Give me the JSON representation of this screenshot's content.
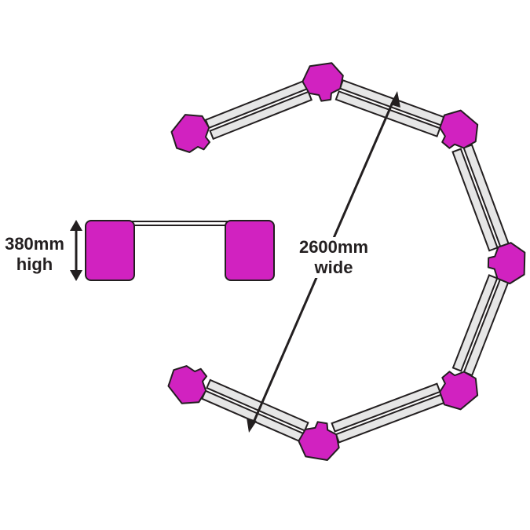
{
  "colors": {
    "connector": "#d122c0",
    "bar": "#e6e6e6",
    "outline": "#231f20"
  },
  "height_label": {
    "line1": "380mm",
    "line2": "high"
  },
  "width_label": {
    "line1": "2600mm",
    "line2": "wide"
  },
  "ring": {
    "connectors": 7,
    "bar_segments": 6
  }
}
